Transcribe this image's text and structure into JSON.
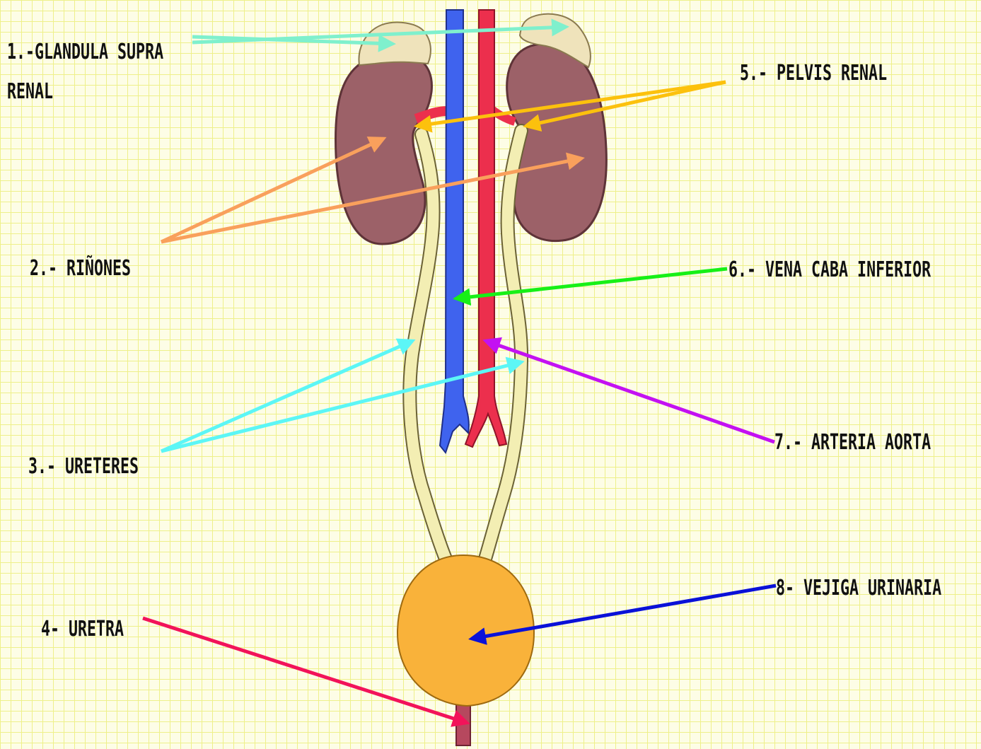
{
  "labels": {
    "l1_line1": "1.-GLANDULA SUPRA",
    "l1_line2": "RENAL",
    "l2": "2.- RIÑONES",
    "l3": "3.- URETERES",
    "l4": "4- URETRA",
    "l5": "5.- PELVIS RENAL",
    "l6": "6.- VENA CABA INFERIOR",
    "l7": "7.- ARTERIA AORTA",
    "l8": "8- VEJIGA URINARIA"
  },
  "colors": {
    "background": "#fdfde6",
    "grid": "#eef08a",
    "kidney": "#9c6168",
    "adrenal": "#efe3bb",
    "vein": "#3f63ee",
    "artery": "#ec2f4d",
    "ureter": "#f3eeb3",
    "bladder": "#f9b23a",
    "urethra": "#b6485e",
    "arrow_adrenal": "#7ff0cd",
    "arrow_kidney": "#f9a05c",
    "arrow_ureter": "#5cf6f6",
    "arrow_urethra": "#f2135a",
    "arrow_pelvis": "#fcc10d",
    "arrow_vein": "#17f017",
    "arrow_artery": "#c311f2",
    "arrow_bladder": "#0a11d8"
  }
}
